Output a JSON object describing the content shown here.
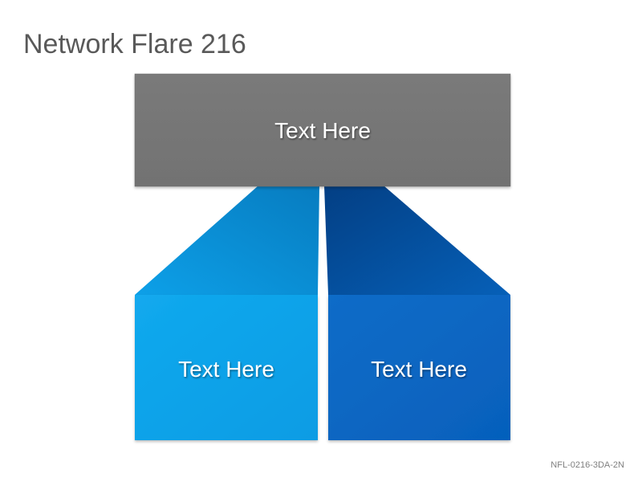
{
  "title": "Network Flare 216",
  "boxes": {
    "top": {
      "label": "Text Here",
      "color": "#767676"
    },
    "bottom_left": {
      "label": "Text Here",
      "color": "#12A6EC"
    },
    "bottom_right": {
      "label": "Text Here",
      "color": "#0866C4"
    }
  },
  "flares": {
    "left_color": "#0A8AD0",
    "right_color": "#0450A0"
  },
  "footer": {
    "code": "NFL-0216-3DA-2N"
  }
}
